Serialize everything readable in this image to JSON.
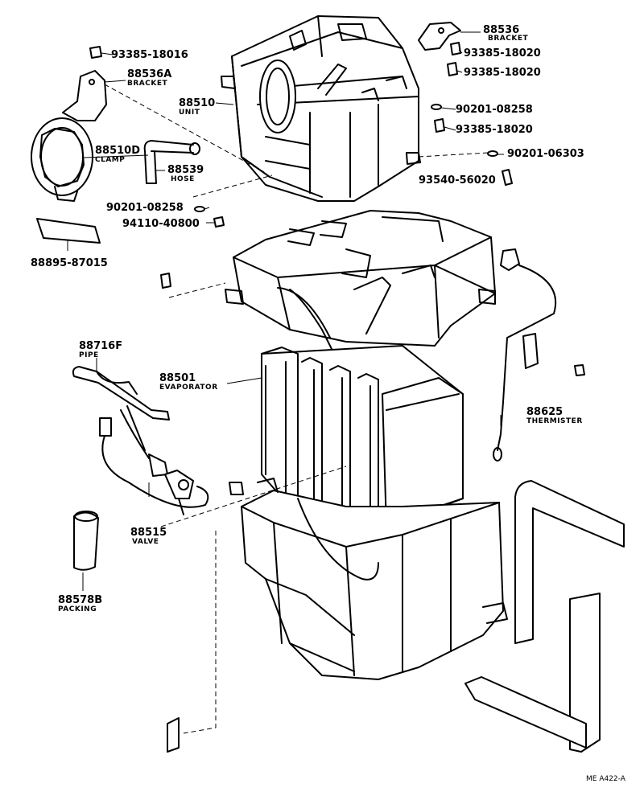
{
  "diagram_code": "ME A422-A",
  "parts": {
    "p88536": {
      "number": "88536",
      "name": "BRACKET"
    },
    "p88536A": {
      "number": "88536A",
      "name": "BRACKET"
    },
    "p88510": {
      "number": "88510",
      "name": "UNIT"
    },
    "p88510D": {
      "number": "88510D",
      "name": "CLAMP"
    },
    "p88539": {
      "number": "88539",
      "name": "HOSE"
    },
    "p88716F": {
      "number": "88716F",
      "name": "PIPE"
    },
    "p88501": {
      "number": "88501",
      "name": "EVAPORATOR"
    },
    "p88625": {
      "number": "88625",
      "name": "THERMISTER"
    },
    "p88515": {
      "number": "88515",
      "name": "VALVE"
    },
    "p88578B": {
      "number": "88578B",
      "name": "PACKING"
    }
  },
  "fasteners": {
    "f1": "93385-18016",
    "f2": "93385-18020",
    "f3": "93385-18020",
    "f4": "90201-08258",
    "f5": "93385-18020",
    "f6": "90201-06303",
    "f7": "93540-56020",
    "f8": "90201-08258",
    "f9": "94110-40800",
    "f10": "88895-87015"
  }
}
